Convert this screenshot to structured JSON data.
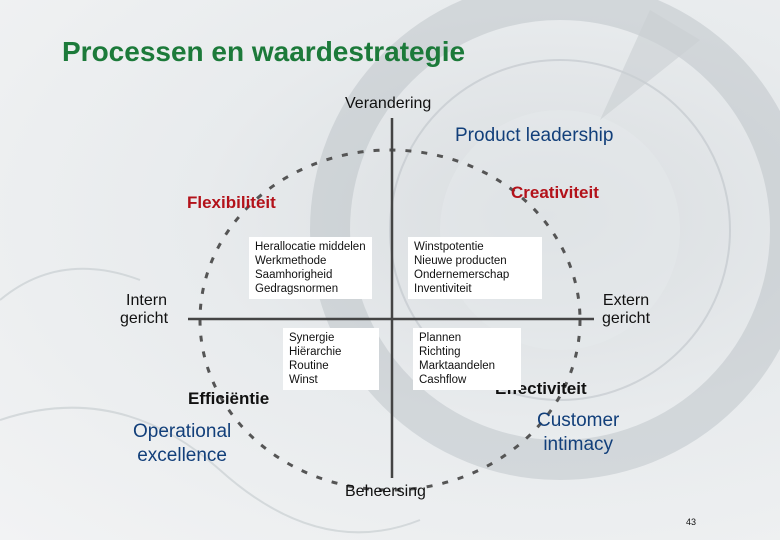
{
  "title": "Processen en waardestrategie",
  "axes": {
    "top": "Verandering",
    "bottom": "Beheersing",
    "left_line1": "Intern",
    "left_line2": "gericht",
    "right_line1": "Extern",
    "right_line2": "gericht"
  },
  "quadrants": {
    "top_left": {
      "label": "Flexibiliteit",
      "items": [
        "Herallocatie middelen",
        "Werkmethode",
        "Saamhorigheid",
        "Gedragsnormen"
      ]
    },
    "top_right": {
      "label": "Creativiteit",
      "items": [
        "Winstpotentie",
        "Nieuwe producten",
        "Ondernemerschap",
        "Inventiviteit"
      ]
    },
    "bottom_left": {
      "label": "Efficiëntie",
      "items": [
        "Synergie",
        "Hiërarchie",
        "Routine",
        "Winst"
      ]
    },
    "bottom_right": {
      "label": "Effectiviteit",
      "items": [
        "Plannen",
        "Richting",
        "Marktaandelen",
        "Cashflow"
      ]
    }
  },
  "strategies": {
    "product_leadership": "Product leadership",
    "operational_line1": "Operational",
    "operational_line2": "excellence",
    "customer_line1": "Customer",
    "customer_line2": "intimacy"
  },
  "page_number": "43",
  "colors": {
    "title": "#1c7a3a",
    "quadrant_label": "#b3121a",
    "strategy": "#123f7a"
  }
}
